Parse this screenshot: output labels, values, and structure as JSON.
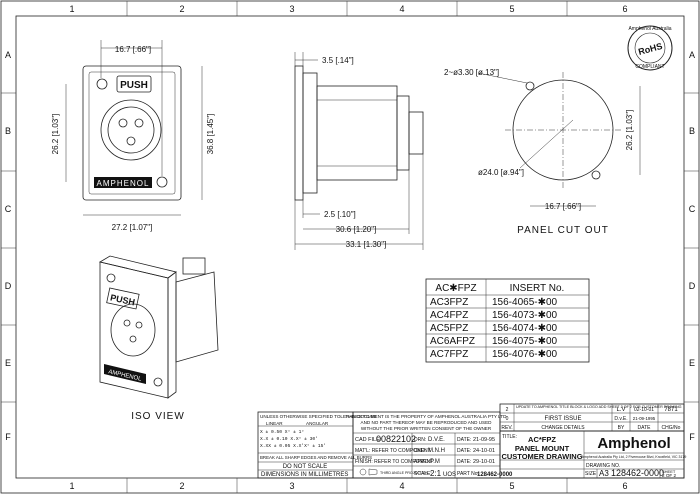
{
  "grid": {
    "columns": [
      "1",
      "2",
      "3",
      "4",
      "5",
      "6"
    ],
    "rows": [
      "A",
      "B",
      "C",
      "D",
      "E",
      "F"
    ]
  },
  "front_view": {
    "push_label": "PUSH",
    "brand_strip": "AMPHENOL",
    "dim_width_top": "16.7 [.66\"]",
    "dim_height_left": "26.2 [1.03\"]",
    "dim_height_right": "36.8 [1.45\"]",
    "dim_width_bottom": "27.2 [1.07\"]"
  },
  "side_view": {
    "dim_flange": "3.5 [.14\"]",
    "dim_a": "2.5 [.10\"]",
    "dim_b": "30.6 [1.20\"]",
    "dim_c": "33.1 [1.30\"]"
  },
  "cutout": {
    "dim_holes": "2~ø3.30 [ø.13\"]",
    "dim_diameter": "ø24.0 [ø.94\"]",
    "dim_height": "26.2 [1.03\"]",
    "dim_width": "16.7 [.66\"]",
    "caption": "PANEL CUT OUT"
  },
  "logo": {
    "top": "Amphenol Australia",
    "middle": "RoHS",
    "bottom": "COMPLIANT"
  },
  "iso": {
    "caption": "ISO VIEW",
    "push_label": "PUSH",
    "brand_strip": "AMPHENOL"
  },
  "insert_table": {
    "headers": [
      "AC✱FPZ",
      "INSERT No."
    ],
    "rows": [
      [
        "AC3FPZ",
        "156-4065-✱00"
      ],
      [
        "AC4FPZ",
        "156-4073-✱00"
      ],
      [
        "AC5FPZ",
        "156-4074-✱00"
      ],
      [
        "AC6AFPZ",
        "156-4075-✱00"
      ],
      [
        "AC7FPZ",
        "156-4076-✱00"
      ]
    ]
  },
  "title_block": {
    "tolerance_title": "UNLESS OTHERWISE SPECIFIED TOLERANCE TO BE",
    "tol_linear": "LINEAR",
    "tol_angular": "ANGULAR",
    "tol_row1": "X   ± 0.50   X°  ± 1°",
    "tol_row2": "X.X ± 0.10   X.X° ± 30'",
    "tol_row3": "X.XX ± 0.05  X.X'X° ± 15'",
    "break_edges": "BREAK ALL SHARP EDGES AND REMOVE ALL BURRS",
    "no_scale": "DO NOT SCALE",
    "dimensions_in": "DIMENSIONS IN MILLIMETRES",
    "third_angle": "THIRD ANGLE PROJECTION",
    "property_line1": "THIS DOCUMENT IS THE PROPERTY OF AMPHENOL AUSTRALIA PTY LTD",
    "property_line2": "AND NO PART THEREOF MAY BE REPRODUCED AND USED",
    "property_line3": "WITHOUT THE PRIOR WRITTEN CONSENT OF THE OWNER",
    "cad_file_label": "CAD FILE:",
    "cad_file": "00822102",
    "drn_label": "DRN:",
    "drn": "D.V.E.",
    "date_label": "DATE:",
    "date1": "21-09-95",
    "matl": "MAT'L: REFER TO COMPONENT",
    "ckd_label": "CKD:",
    "ckd": "M.N.H",
    "date2": "24-10-01",
    "finish": "FINISH: REFER TO COMPONENT",
    "appd_label": "APP'D:",
    "appd": "P.M",
    "date3": "29-10-01",
    "scale_label": "SCALE:",
    "scale": "2:1",
    "scale_unit": "UOS",
    "part_label": "PART No:",
    "part_no": "128462-0000",
    "rev2_text": "UPDATE TO AMPHENOL TITLE BLOCK & LOGO ADD SHEET 2 OF 2 FOR CUSTOMER DRAWING",
    "rev2_num": "2",
    "rev2_by": "L.V",
    "rev2_date": "02-10-01",
    "rev2_chg": "7871",
    "rev0_num": "0",
    "rev0_text": "FIRST ISSUE",
    "rev0_by": "D.v.E.",
    "rev0_date": "21-09-1995",
    "rev_label": "REV.",
    "change_details": "CHANGE DETAILS",
    "by_label": "BY",
    "date_col_label": "DATE",
    "chg_label": "CHG/No",
    "title_label": "TITLE:",
    "title_l1": "AC*FPZ",
    "title_l2": "PANEL MOUNT",
    "title_l3": "CUSTOMER DRAWING",
    "company": "Amphenol",
    "address": "Amphenol Australia Pty Ltd, 2 Fivemouse Blvd, Knoxfield, VIC 3179",
    "drawing_no_label": "DRAWING NO.",
    "size_label": "SIZE",
    "size": "A3",
    "drawing_no": "128462-0000",
    "sheet_label": "SHEET",
    "sheet": "2 OF 2"
  }
}
